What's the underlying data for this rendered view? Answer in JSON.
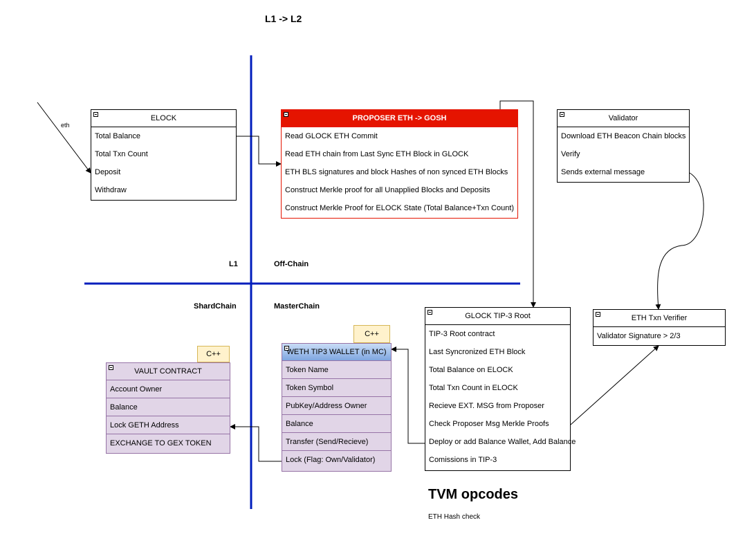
{
  "title": "L1 -> L2",
  "quadrants": {
    "l1": "L1",
    "offchain": "Off-Chain",
    "shardchain": "ShardChain",
    "masterchain": "MasterChain"
  },
  "edge_label": "eth",
  "elock": {
    "title": "ELOCK",
    "items": [
      "Total Balance",
      "Total Txn Count",
      "Deposit",
      "Withdraw"
    ]
  },
  "proposer": {
    "title": "PROPOSER ETH -> GOSH",
    "items": [
      "Read GLOCK ETH Commit",
      "Read ETH chain from Last Sync ETH Block in GLOCK",
      "ETH BLS signatures and block Hashes of non synced ETH Blocks",
      "Construct Merkle proof for all Unapplied Blocks and Deposits",
      "Construct Merkle Proof for ELOCK State (Total Balance+Txn Count)"
    ]
  },
  "validator": {
    "title": "Validator",
    "items": [
      "Download ETH Beacon Chain blocks",
      "Verify",
      "Sends external message"
    ]
  },
  "glock": {
    "title": "GLOCK TIP-3 Root",
    "items": [
      "TIP-3 Root contract",
      "Last Syncronized ETH Block",
      "Total Balance on ELOCK",
      "Total Txn Count in ELOCK",
      "Recieve EXT. MSG from Proposer",
      "Check Proposer Msg Merkle Proofs",
      "Deploy or add Balance Wallet, Add Balance",
      "Comissions in TIP-3"
    ]
  },
  "verifier": {
    "title": "ETH Txn Verifier",
    "items": [
      "Validator Signature > 2/3"
    ]
  },
  "weth": {
    "tag": "C++",
    "title": "WETH TIP3 WALLET (in MC)",
    "items": [
      "Token Name",
      "Token Symbol",
      "PubKey/Address Owner",
      "Balance",
      "Transfer (Send/Recieve)",
      "Lock (Flag: Own/Validator)"
    ]
  },
  "vault": {
    "tag": "C++",
    "title": "VAULT CONTRACT",
    "items": [
      "Account Owner",
      "Balance",
      "Lock GETH Address",
      "EXCHANGE TO GEX TOKEN"
    ]
  },
  "tvm": {
    "heading": "TVM opcodes",
    "note": "ETH Hash check"
  },
  "colors": {
    "axis": "#001dbc",
    "proposer": "#e51400",
    "purple_fill": "#e1d5e7",
    "purple_stroke": "#9673a6",
    "tag_fill": "#fff2cc"
  }
}
